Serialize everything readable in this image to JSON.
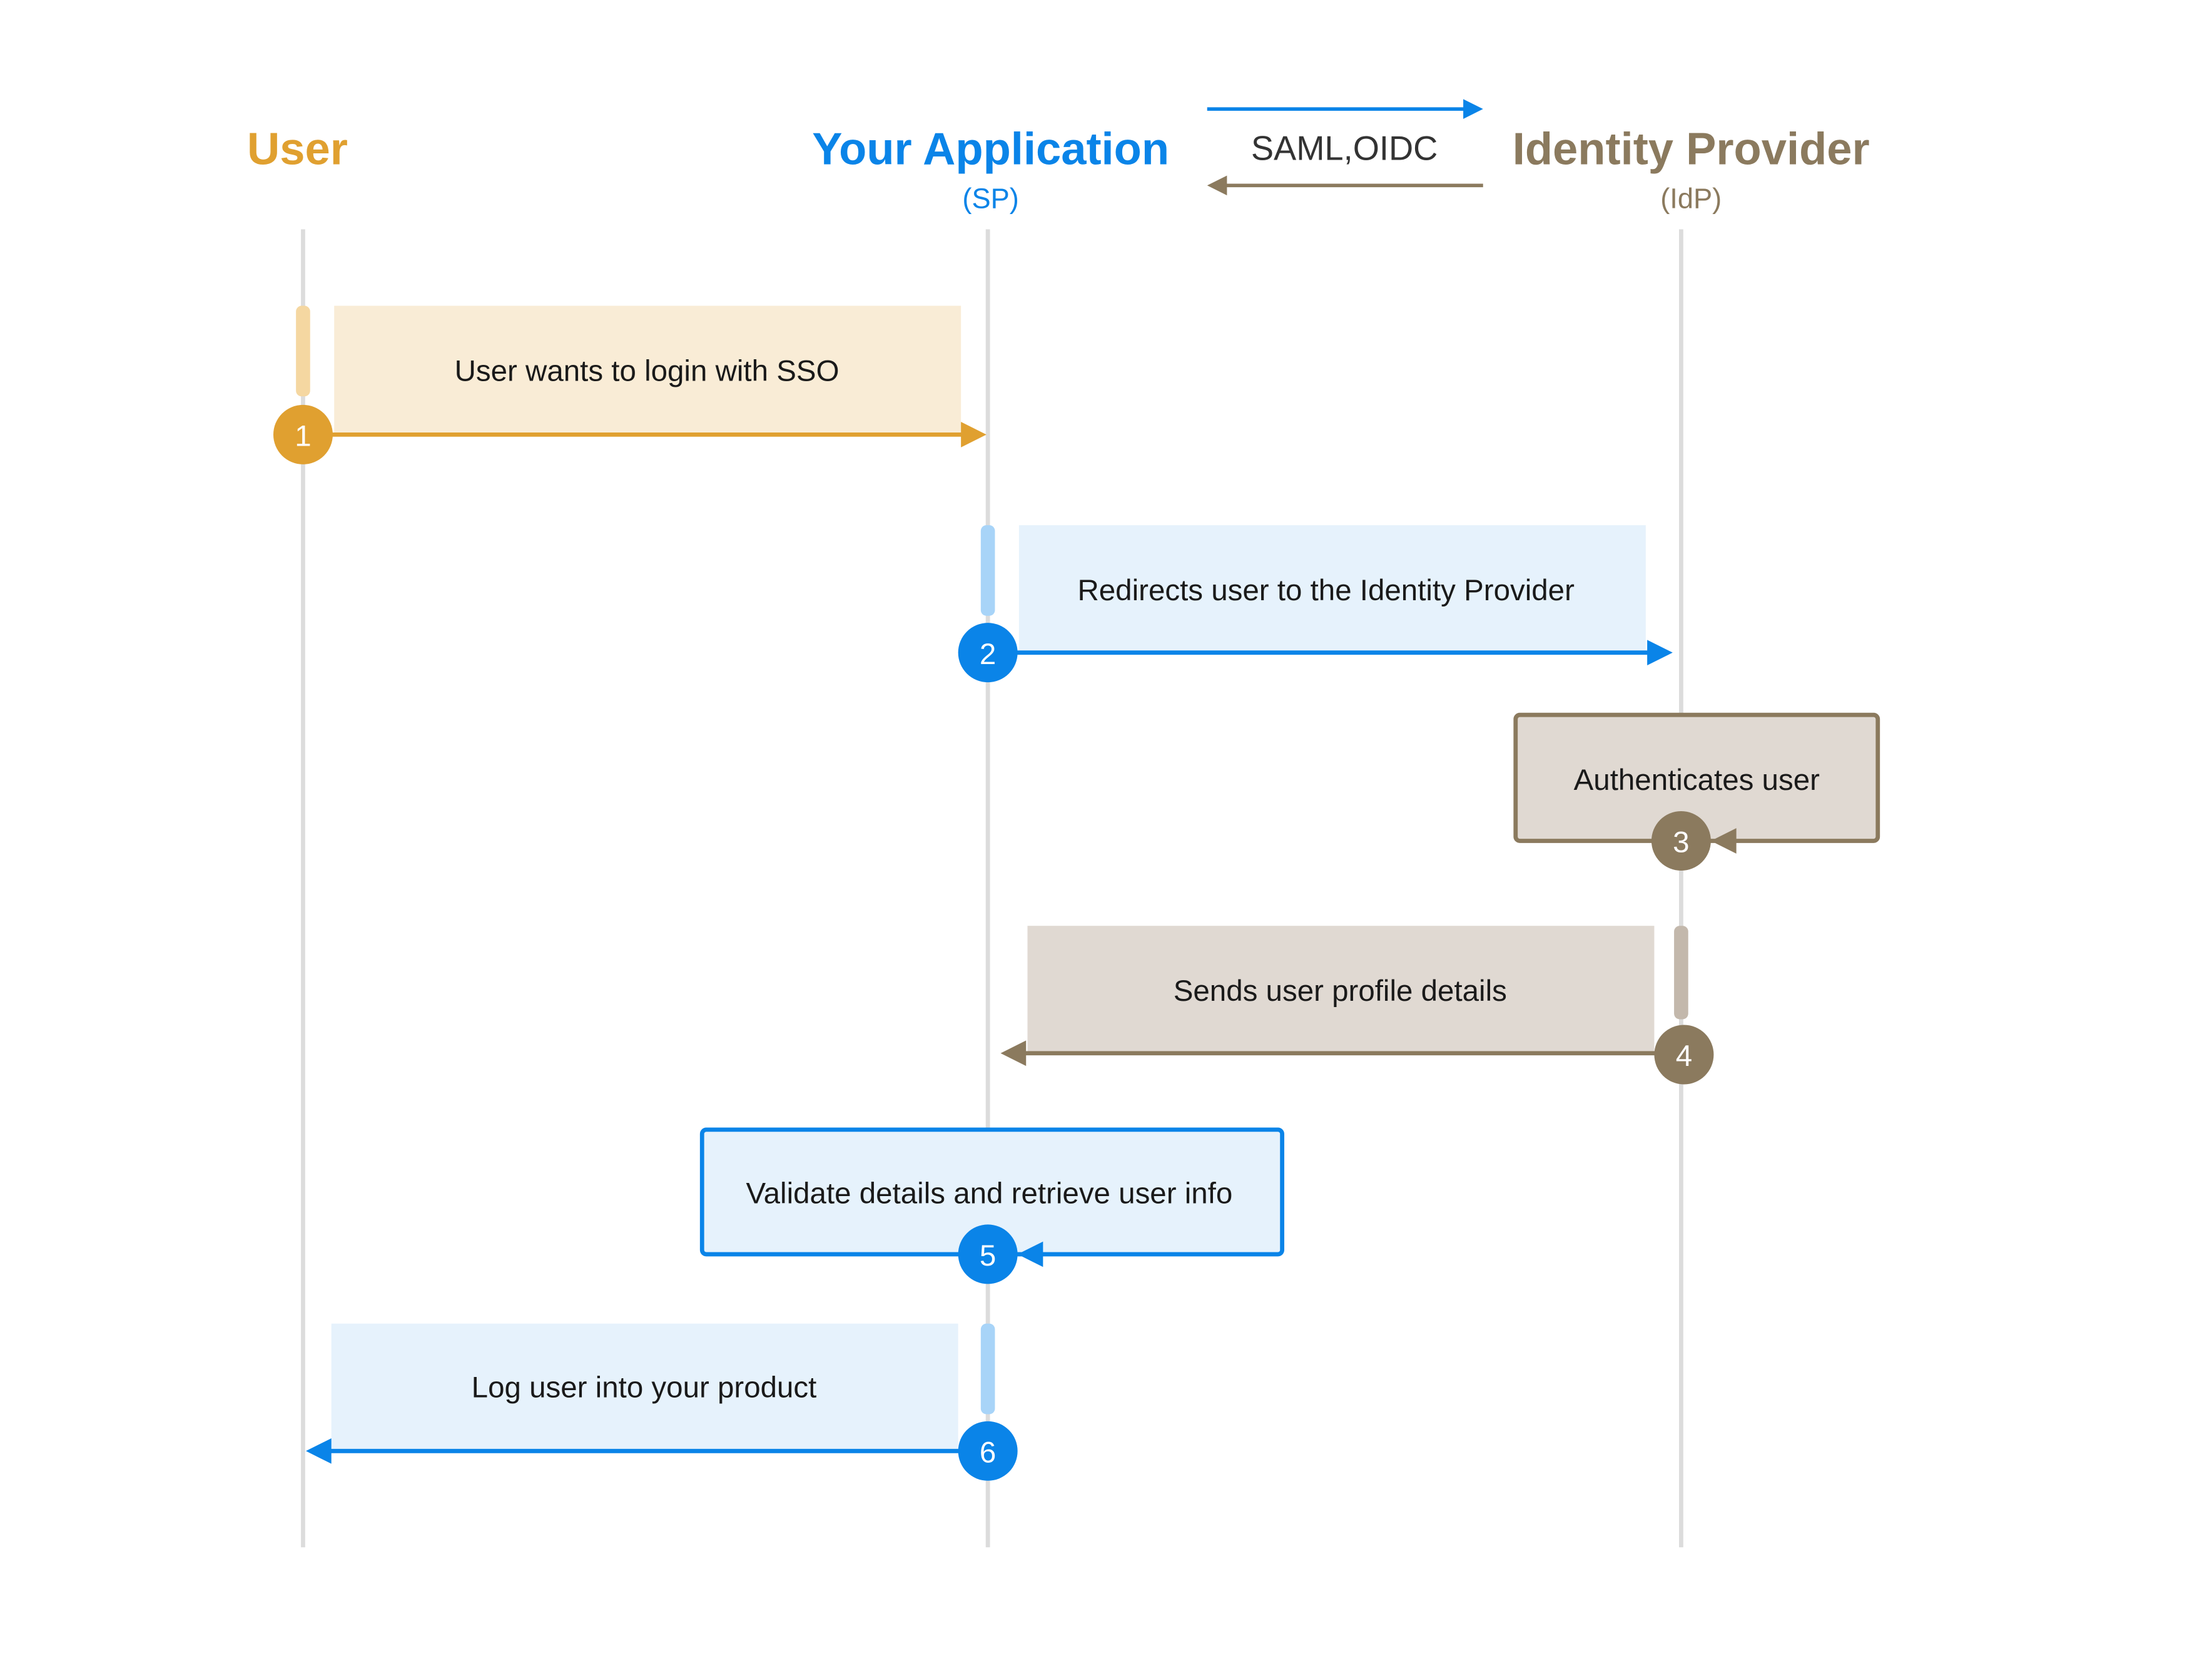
{
  "participants": {
    "user": {
      "name": "User",
      "color": "#E0A030"
    },
    "sp": {
      "name": "Your Application",
      "sub": "(SP)",
      "color": "#0A84E8"
    },
    "idp": {
      "name": "Identity Provider",
      "sub": "(IdP)",
      "color": "#8B7A5E"
    }
  },
  "protocol": {
    "label": "SAML,OIDC"
  },
  "steps": [
    {
      "num": "1",
      "text": "User wants to login with SSO"
    },
    {
      "num": "2",
      "text": "Redirects user to the Identity Provider"
    },
    {
      "num": "3",
      "text": "Authenticates user"
    },
    {
      "num": "4",
      "text": "Sends user profile details"
    },
    {
      "num": "5",
      "text": "Validate details and retrieve user info"
    },
    {
      "num": "6",
      "text": "Log user into your product"
    }
  ],
  "colors": {
    "user_dark": "#E0A030",
    "user_light": "#F9ECD6",
    "user_bar": "#F5D7A1",
    "sp_dark": "#0A84E8",
    "sp_light": "#E6F2FC",
    "sp_bar": "#A8D4F8",
    "idp_dark": "#8B7A5E",
    "idp_light": "#E0D9D2",
    "idp_bar": "#C3B8AC",
    "lifeline": "#DCDCDC",
    "text": "#1A1A1A"
  }
}
